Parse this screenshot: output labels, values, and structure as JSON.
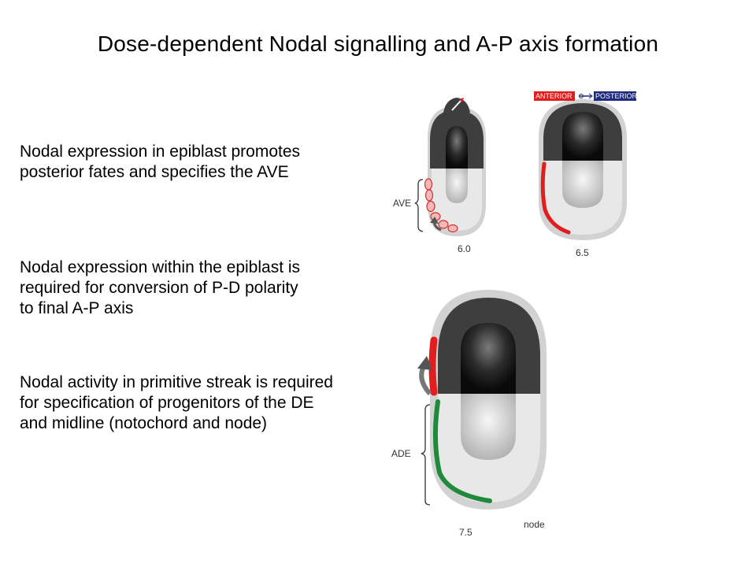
{
  "slide": {
    "title": "Dose-dependent Nodal signalling and A-P axis formation",
    "paragraphs": [
      {
        "lines": [
          "Nodal expression in epiblast promotes",
          "posterior fates and  specifies the AVE"
        ]
      },
      {
        "lines": [
          "Nodal expression within the epiblast is",
          "required for conversion of P-D polarity",
          "to final A-P axis"
        ]
      },
      {
        "lines": [
          "Nodal activity in primitive streak is required",
          "for specification of progenitors of the DE",
          "and midline (notochord and node)"
        ]
      }
    ]
  },
  "figure": {
    "stage_e60": {
      "label": "6.0",
      "bracket_label": "AVE"
    },
    "stage_e65": {
      "label": "6.5",
      "anterior": "ANTERIOR",
      "posterior": "POSTERIOR"
    },
    "stage_e75": {
      "label": "7.5",
      "bracket_label": "ADE",
      "node_label": "node"
    },
    "colors": {
      "red": "#e01e1e",
      "green": "#1f8a3a",
      "navy": "#1f2a7a",
      "dark_grey": "#3c3c3c"
    }
  }
}
